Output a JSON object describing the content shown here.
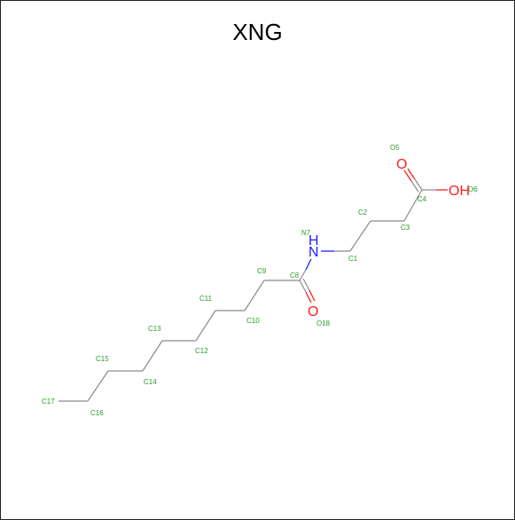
{
  "title": "XNG",
  "colors": {
    "carbon_label": "#2a9a2a",
    "oxygen": "#ff2020",
    "nitrogen": "#2020ff",
    "bond": "#8a8a8a"
  },
  "atoms": {
    "c1": "C1",
    "c2": "C2",
    "c3": "C3",
    "c4": "C4",
    "o5": "O5",
    "o6": "O6",
    "n7": "N7",
    "c8": "C8",
    "c9": "C9",
    "c10": "C10",
    "c11": "C11",
    "c12": "C12",
    "c13": "C13",
    "c14": "C14",
    "c15": "C15",
    "c16": "C16",
    "c17": "C17",
    "o18": "O18"
  },
  "symbols": {
    "o_carbonyl_acid": "O",
    "oh": "OH",
    "n": "H N",
    "n_letter": "N",
    "h_letter": "H",
    "o_amide": "O"
  }
}
